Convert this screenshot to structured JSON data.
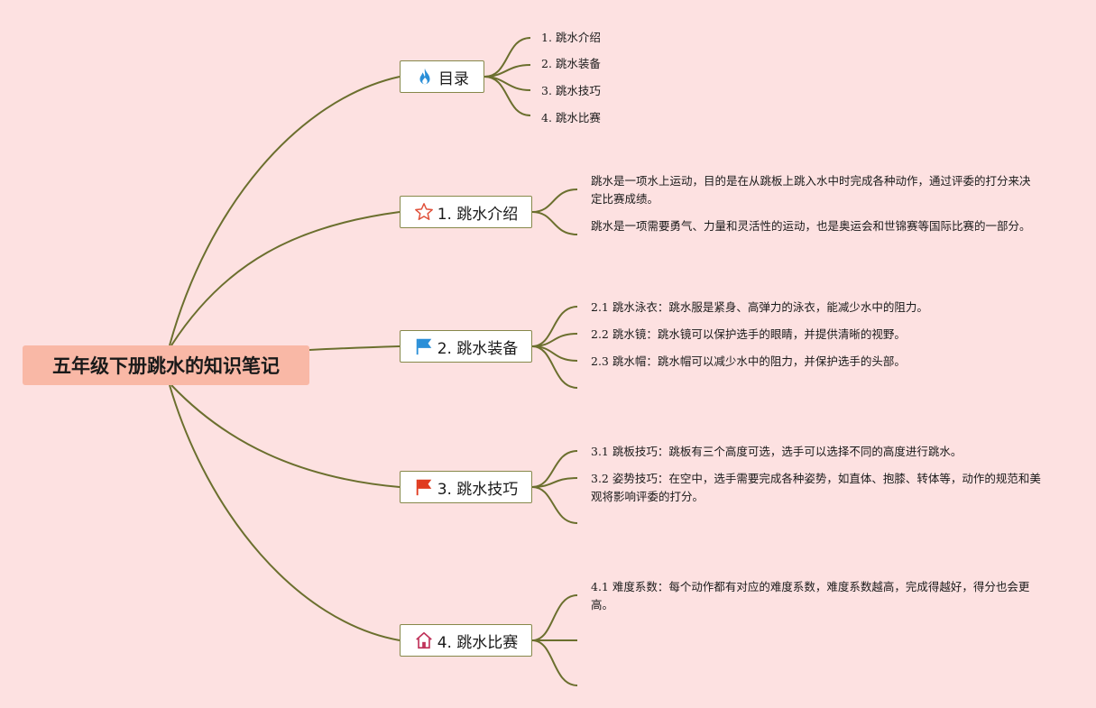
{
  "root": {
    "title": "五年级下册跳水的知识笔记"
  },
  "branches": [
    {
      "label": "目录",
      "icon": "flame-icon",
      "items": [
        "1. 跳水介绍",
        "2. 跳水装备",
        "3. 跳水技巧",
        "4. 跳水比赛"
      ]
    },
    {
      "label": "1. 跳水介绍",
      "icon": "star-icon",
      "items": [
        "跳水是一项水上运动，目的是在从跳板上跳入水中时完成各种动作，通过评委的打分来决定比赛成绩。",
        "跳水是一项需要勇气、力量和灵活性的运动，也是奥运会和世锦赛等国际比赛的一部分。"
      ]
    },
    {
      "label": "2. 跳水装备",
      "icon": "blue-flag-icon",
      "items": [
        "2.1 跳水泳衣：跳水服是紧身、高弹力的泳衣，能减少水中的阻力。",
        "2.2 跳水镜：跳水镜可以保护选手的眼睛，并提供清晰的视野。",
        "2.3 跳水帽：跳水帽可以减少水中的阻力，并保护选手的头部。"
      ]
    },
    {
      "label": "3. 跳水技巧",
      "icon": "red-flag-icon",
      "items": [
        "3.1 跳板技巧：跳板有三个高度可选，选手可以选择不同的高度进行跳水。",
        "3.2 姿势技巧：在空中，选手需要完成各种姿势，如直体、抱膝、转体等，动作的规范和美观将影响评委的打分。"
      ]
    },
    {
      "label": "4. 跳水比赛",
      "icon": "home-icon",
      "items": [
        "4.1 难度系数：每个动作都有对应的难度系数，难度系数越高，完成得越好，得分也会更高。"
      ]
    }
  ],
  "colors": {
    "background": "#fde1e1",
    "root_fill": "#f9b8a6",
    "line": "#6b6f2e",
    "node_border": "#86884a"
  }
}
